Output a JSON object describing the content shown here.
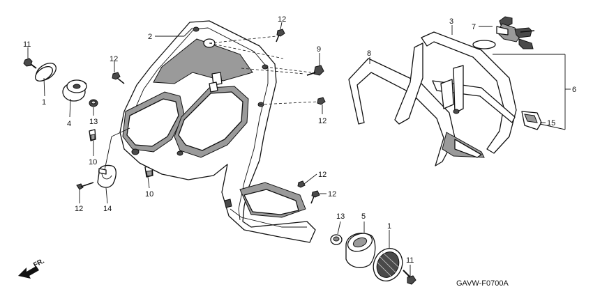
{
  "diagram": {
    "code": "GAVW-F0700A",
    "direction_label": "FR.",
    "callouts": [
      {
        "id": "c11a",
        "text": "11"
      },
      {
        "id": "c1a",
        "text": "1"
      },
      {
        "id": "c4",
        "text": "4"
      },
      {
        "id": "c12a",
        "text": "12"
      },
      {
        "id": "c13a",
        "text": "13"
      },
      {
        "id": "c10a",
        "text": "10"
      },
      {
        "id": "c12b",
        "text": "12"
      },
      {
        "id": "c14",
        "text": "14"
      },
      {
        "id": "c10b",
        "text": "10"
      },
      {
        "id": "c2",
        "text": "2"
      },
      {
        "id": "c12c",
        "text": "12"
      },
      {
        "id": "c9",
        "text": "9"
      },
      {
        "id": "c12d",
        "text": "12"
      },
      {
        "id": "c12e",
        "text": "12"
      },
      {
        "id": "c12f",
        "text": "12"
      },
      {
        "id": "c8",
        "text": "8"
      },
      {
        "id": "c3",
        "text": "3"
      },
      {
        "id": "c7",
        "text": "7"
      },
      {
        "id": "c6",
        "text": "6"
      },
      {
        "id": "c15",
        "text": "15"
      },
      {
        "id": "c13b",
        "text": "13"
      },
      {
        "id": "c5",
        "text": "5"
      },
      {
        "id": "c1b",
        "text": "1"
      },
      {
        "id": "c11b",
        "text": "11"
      }
    ]
  }
}
